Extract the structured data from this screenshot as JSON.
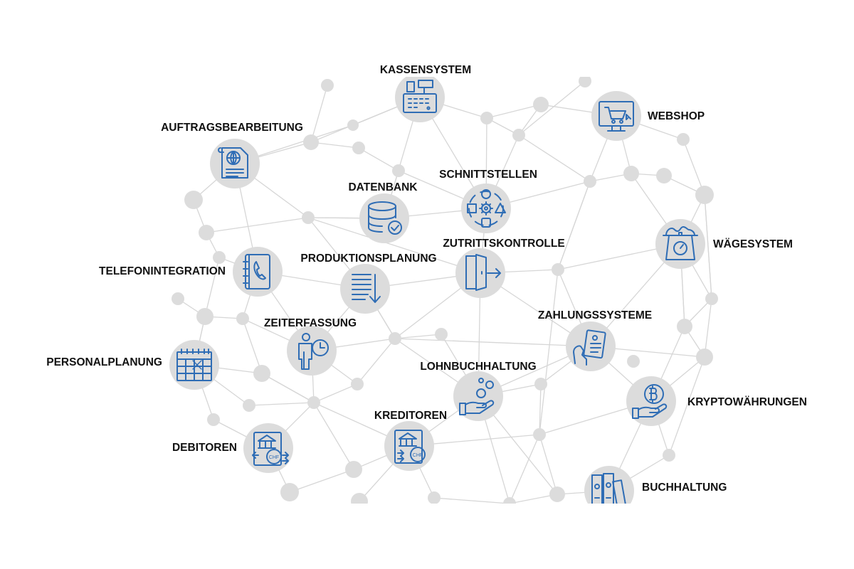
{
  "colors": {
    "node": "#dcdcdc",
    "edge": "#d6d6d6",
    "icon": "#2f6db5",
    "label": "#111111"
  },
  "modules": [
    {
      "label": "KASSENSYSTEM",
      "icon": "cash-register-icon"
    },
    {
      "label": "WEBSHOP",
      "icon": "shopping-cart-monitor-icon"
    },
    {
      "label": "AUFTRAGSBEARBEITUNG",
      "icon": "document-globe-icon"
    },
    {
      "label": "DATENBANK",
      "icon": "database-check-icon"
    },
    {
      "label": "SCHNITTSTELLEN",
      "icon": "interfaces-gear-icon"
    },
    {
      "label": "WÄGESYSTEM",
      "icon": "scale-icon"
    },
    {
      "label": "TELEFONINTEGRATION",
      "icon": "phone-book-icon"
    },
    {
      "label": "PRODUKTIONSPLANUNG",
      "icon": "list-arrow-icon"
    },
    {
      "label": "ZUTRITTSKONTROLLE",
      "icon": "door-enter-icon"
    },
    {
      "label": "ZEITERFASSUNG",
      "icon": "person-clock-icon"
    },
    {
      "label": "ZAHLUNGSSYSTEME",
      "icon": "card-payment-icon"
    },
    {
      "label": "PERSONALPLANUNG",
      "icon": "calendar-icon"
    },
    {
      "label": "LOHNBUCHHALTUNG",
      "icon": "hand-coins-icon"
    },
    {
      "label": "KRYPTOWÄHRUNGEN",
      "icon": "hand-bitcoin-icon"
    },
    {
      "label": "KREDITOREN",
      "icon": "bank-chf-out-icon"
    },
    {
      "label": "DEBITOREN",
      "icon": "bank-chf-in-icon"
    },
    {
      "label": "BUCHHALTUNG",
      "icon": "binders-icon"
    }
  ]
}
